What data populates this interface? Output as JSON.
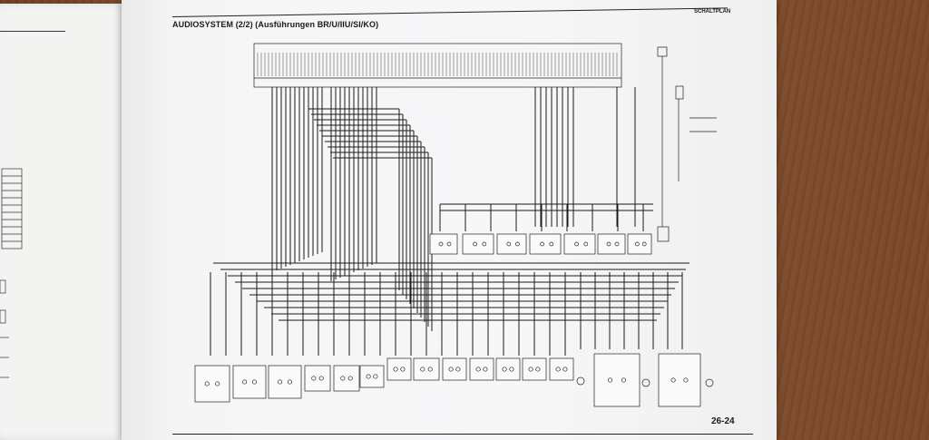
{
  "document": {
    "title": "AUDIOSYSTEM (2/2) (Ausführungen BR/U/IIU/SI/KO)",
    "section": "SCHALTPLAN",
    "page_number": "26-24"
  },
  "colors": {
    "wire": "#1b1b1b",
    "paper": "#f6f6f7",
    "wood": "#7a4a2c"
  }
}
